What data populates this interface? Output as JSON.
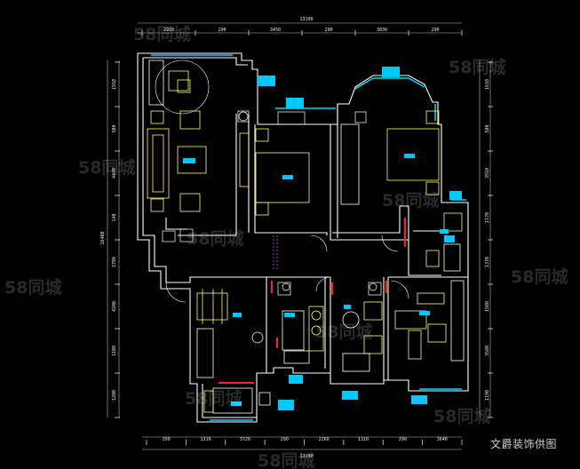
{
  "dimensions": {
    "top_total": "13100",
    "top_segments": [
      "2910",
      "290",
      "3450",
      "290",
      "3030",
      "290"
    ],
    "bottom_total": "13100",
    "bottom_segments": [
      "390",
      "1310",
      "3720",
      "290",
      "2260",
      "1310",
      "290",
      "3640"
    ],
    "left_total": "16400",
    "left_segments": [
      "1910",
      "500",
      "4440",
      "140",
      "1700",
      "4200",
      "1100",
      "1200"
    ],
    "right_segments": [
      "1610",
      "500",
      "3910",
      "1170",
      "1370",
      "1500",
      "3580",
      "1190"
    ]
  },
  "watermark": "58同城",
  "credit": "文爵装饰供图",
  "colors": {
    "background": "#000000",
    "walls": "#ffffff",
    "furniture": "#ffff66",
    "windows": "#00d8ff",
    "doors": "#ff2020",
    "dimension": "#e8e8e8",
    "tags": "#00c8ff"
  }
}
